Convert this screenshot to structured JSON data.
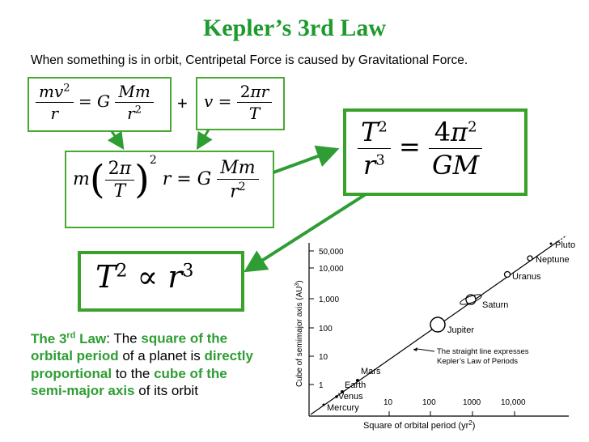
{
  "title": "Kepler’s 3rd Law",
  "subtitle": "When something is in orbit, Centripetal Force is caused by Gravitational Force.",
  "plus_sign": "+",
  "description": {
    "p1": "The 3",
    "p1_sup": "rd",
    "p2": " Law",
    "p3": ": The ",
    "p4": "square of the orbital period",
    "p5": " of a planet is ",
    "p6": "directly proportional",
    "p7": " to the ",
    "p8": "cube of the semi-major axis",
    "p9": " of its orbit"
  },
  "graph": {
    "ylabel": "Cube of semimajor axis (AU",
    "ylabel_sup": "3",
    "xlabel": "Square of orbital period (yr",
    "xlabel_sup": "2",
    "y_ticks": [
      "50,000",
      "10,000",
      "1,000",
      "100",
      "10",
      "1"
    ],
    "x_ticks": [
      "10",
      "100",
      "1000",
      "10,000"
    ],
    "planets": {
      "pluto": "Pluto",
      "neptune": "Neptune",
      "uranus": "Uranus",
      "saturn": "Saturn",
      "jupiter": "Jupiter",
      "mars": "Mars",
      "earth": "Earth",
      "venus": "Venus",
      "mercury": "Mercury"
    },
    "annotation_line1": "The straight line expresses",
    "annotation_line2": "Kepler’s Law of Periods"
  },
  "colors": {
    "accent_green": "#1e9a2e",
    "box_green": "#4aa832"
  }
}
